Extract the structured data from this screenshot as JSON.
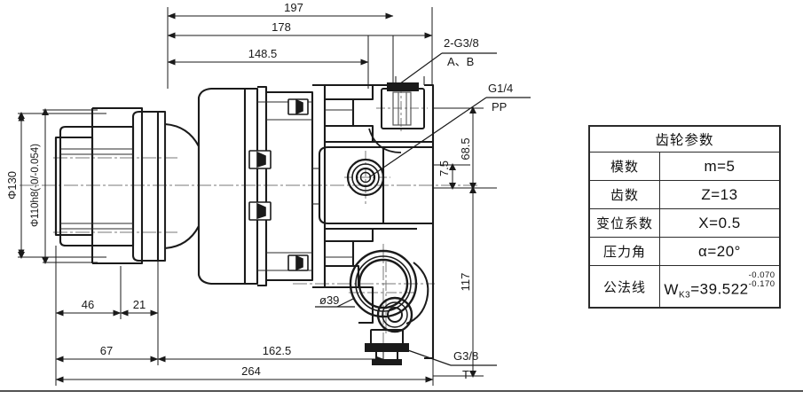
{
  "drawing": {
    "title": "hydraulic-gear-pump-dimension-drawing",
    "top_dimensions": [
      {
        "name": "dim-197",
        "value": "197"
      },
      {
        "name": "dim-178",
        "value": "178"
      },
      {
        "name": "dim-148-5",
        "value": "148.5"
      }
    ],
    "left_dimensions": [
      {
        "name": "dim-phi-130",
        "value": "Φ130"
      },
      {
        "name": "dim-phi-110h8",
        "value": "Φ110h8(-0/-0.054)"
      }
    ],
    "right_dimensions": [
      {
        "name": "dim-7-5",
        "value": "7.5"
      },
      {
        "name": "dim-68-5",
        "value": "68.5"
      },
      {
        "name": "dim-117",
        "value": "117"
      }
    ],
    "bottom_dimensions": [
      {
        "name": "dim-46",
        "value": "46"
      },
      {
        "name": "dim-21",
        "value": "21"
      },
      {
        "name": "dim-67",
        "value": "67"
      },
      {
        "name": "dim-162-5",
        "value": "162.5"
      },
      {
        "name": "dim-264",
        "value": "264"
      }
    ],
    "callouts": [
      {
        "name": "callout-ports-ab-top",
        "top": "2-G3/8",
        "bottom": "A、B"
      },
      {
        "name": "callout-port-pp",
        "top": "G1/4",
        "bottom": "PP"
      },
      {
        "name": "callout-port-t",
        "top": "G3/8",
        "bottom": "T"
      },
      {
        "name": "callout-phi-39",
        "top": "ø39",
        "bottom": ""
      }
    ]
  },
  "gear_table": {
    "title": "齿轮参数",
    "rows": [
      {
        "label": "模数",
        "value": "m=5"
      },
      {
        "label": "齿数",
        "value": "Z=13"
      },
      {
        "label": "变位系数",
        "value": "X=0.5"
      },
      {
        "label": "压力角",
        "value": "α=20°"
      },
      {
        "label": "公法线",
        "value": "W",
        "sub": "K3",
        "eq": "=39.522",
        "tol_upper": "-0.070",
        "tol_lower": "-0.170"
      }
    ]
  },
  "colors": {
    "line": "#1a1a1a",
    "thin": "#555555",
    "center": "#777777",
    "background": "#ffffff"
  }
}
